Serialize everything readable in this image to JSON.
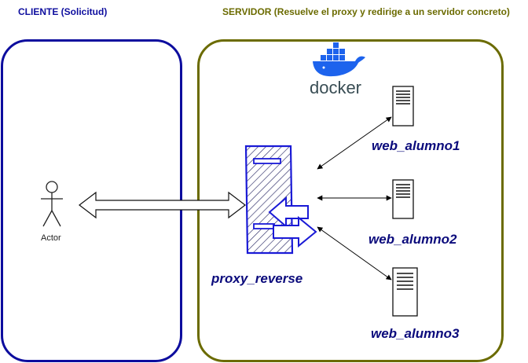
{
  "client": {
    "title": "CLIENTE (Solicitud)",
    "actor_label": "Actor"
  },
  "server": {
    "title": "SERVIDOR (Resuelve el proxy y redirige a un servidor concreto)",
    "platform_logo_text": "docker"
  },
  "nodes": {
    "proxy": "proxy_reverse",
    "web1": "web_alumno1",
    "web2": "web_alumno2",
    "web3": "web_alumno3"
  },
  "colors": {
    "client_border": "#0d0d9e",
    "server_border": "#6b6b00",
    "client_title": "#0d0d9e",
    "server_title": "#6b6b00",
    "node_label": "#0b0b7c",
    "proxy_stroke": "#1a1ad6",
    "docker_blue": "#1d63ed",
    "docker_text": "#394d54"
  }
}
